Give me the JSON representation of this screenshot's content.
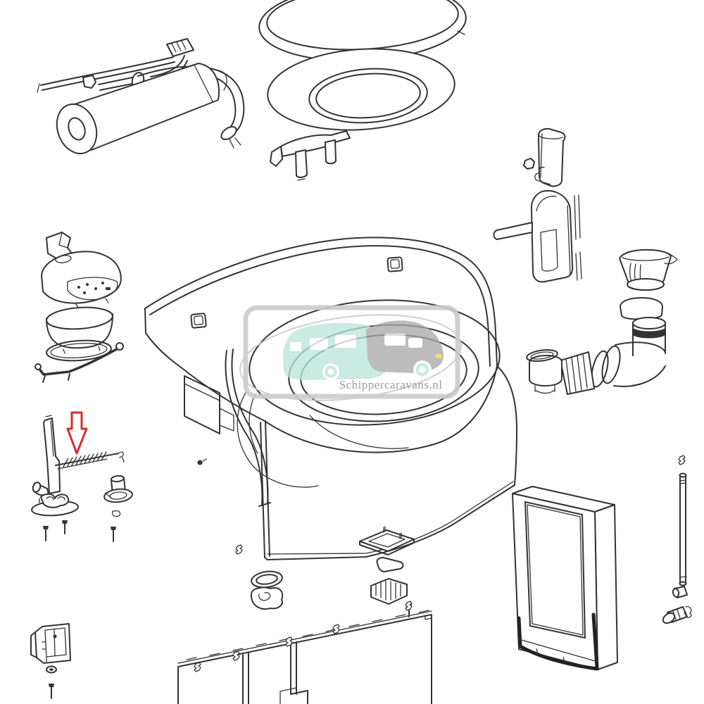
{
  "diagram": {
    "kind": "exploded-parts-diagram",
    "background_color": "#ffffff",
    "line_color": "#333333",
    "watermark": {
      "text": "Schippercaravans.nl",
      "text_color": "#8f9494",
      "frame_color": "#cccccc",
      "halo_color": "#c9c9c9",
      "caravan_color": "#b9e5d9",
      "car_color": "#a8a8a8",
      "headlight_color": "#e8d24a"
    },
    "annotation_arrow": {
      "color": "#d92b2b",
      "direction": "down",
      "points_to": "spring-rod"
    },
    "parts": [
      "water-pump-assembly",
      "wiring-harness-connector",
      "toilet-lid",
      "toilet-seat",
      "seat-hinge-bracket",
      "control-panel-housing",
      "control-panel-tub",
      "panel-gasket-ring",
      "mounting-wire-bracket",
      "flush-shaft-lever",
      "spring-rod",
      "cam-plate",
      "locking-knob",
      "mounting-screws",
      "toilet-main-body",
      "back-splash-panel",
      "flush-tube",
      "blade-opener-handle",
      "pour-out-spout",
      "vent-cap",
      "discharge-elbow-with-seals",
      "sealing-o-ring",
      "waste-gasket",
      "floor-flange",
      "fuse-block",
      "bottom-shroud-panel",
      "panel-clips",
      "control-board-bracket",
      "service-door-frame",
      "door-seal-rod",
      "rod-fittings"
    ]
  }
}
